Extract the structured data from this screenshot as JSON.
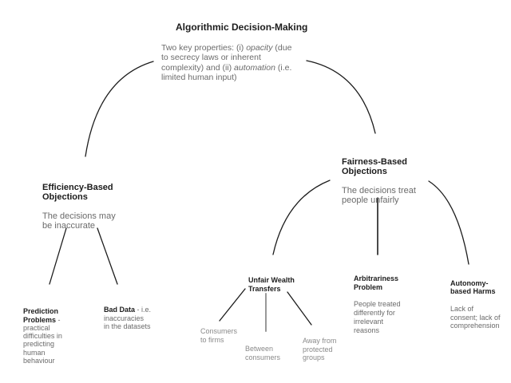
{
  "diagram": {
    "root": {
      "title": "Algorithmic Decision-Making",
      "body_seg1": "Two key properties: (i) ",
      "body_italic1": "opacity",
      "body_seg2": " (due\nto secrecy laws or inherent\ncomplexity) and (ii) ",
      "body_italic2": "automation",
      "body_seg3": " (i.e.\nlimited human input)"
    },
    "efficiency": {
      "title": "Efficiency-Based\nObjections",
      "body": "The decisions may\nbe inaccurate"
    },
    "fairness": {
      "title": "Fairness-Based\nObjections",
      "body": "The decisions treat\npeople unfairly"
    },
    "prediction": {
      "title": "Prediction\nProblems",
      "body": " -\npractical\ndifficulties in\npredicting\nhuman\nbehaviour"
    },
    "bad_data": {
      "title": "Bad Data",
      "body": " - i.e.\ninaccuracies\nin the datasets"
    },
    "unfair_wealth": {
      "title": "Unfair Wealth\nTransfers"
    },
    "arbitrariness": {
      "title": "Arbitrariness\nProblem",
      "body": "People treated\ndifferently for\nirrelevant\nreasons"
    },
    "autonomy": {
      "title": "Autonomy-\nbased Harms",
      "body": "Lack of\nconsent; lack of\ncomprehension"
    },
    "wealth_leaves": {
      "consumers_to_firms": "Consumers\nto firms",
      "between_consumers": "Between\nconsumers",
      "away_from_protected": "Away from\nprotected\ngroups"
    }
  },
  "colors": {
    "heading": "#1c1c1c",
    "body-text": "#6b6b6b",
    "leaf-text": "#8a8a8a",
    "line": "#1c1c1c",
    "line-gray": "#999999",
    "background": "#ffffff"
  }
}
